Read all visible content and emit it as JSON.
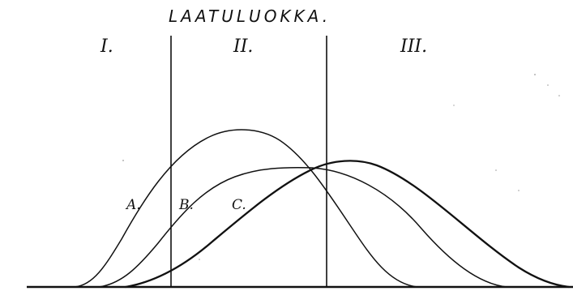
{
  "title": "LAATULUOKKA.",
  "classes": [
    {
      "numeral": "I."
    },
    {
      "numeral": "II."
    },
    {
      "numeral": "III."
    }
  ],
  "curves": [
    {
      "label": "A."
    },
    {
      "label": "B."
    },
    {
      "label": "C."
    }
  ]
}
